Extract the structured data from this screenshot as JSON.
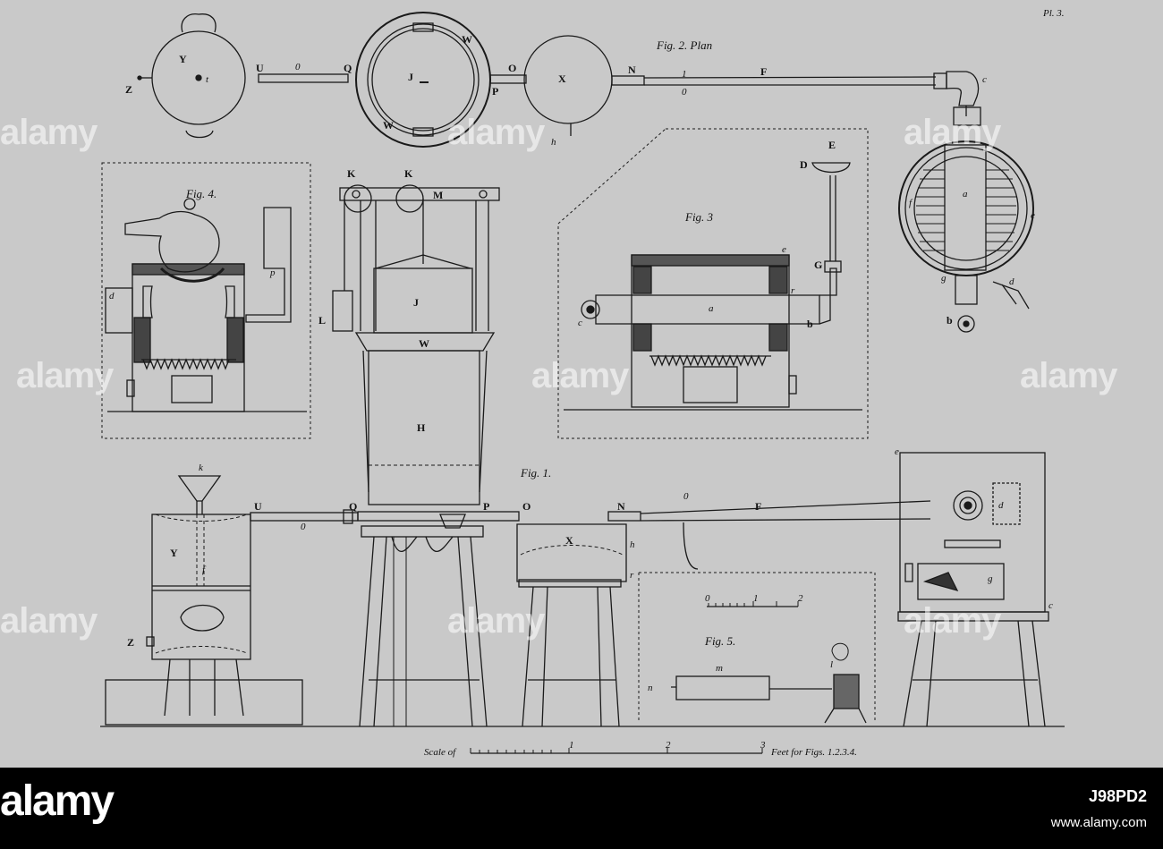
{
  "plate": {
    "number": "Pl. 3.",
    "figure_titles": {
      "fig1": "Fig. 1.",
      "fig2": "Fig. 2. Plan",
      "fig3": "Fig. 3",
      "fig4": "Fig. 4.",
      "fig5": "Fig. 5."
    },
    "scale_bar": {
      "prefix": "Scale of",
      "ticks": [
        "1",
        "2",
        "3"
      ],
      "suffix": "Feet for Figs. 1.2.3.4."
    },
    "fig5_scale_ticks": [
      "0",
      "1",
      "2"
    ],
    "labels": {
      "Y_plan": "Y",
      "Z_plan": "Z",
      "t_plan": "t",
      "U_plan": "U",
      "o_plan1": "0",
      "Q_plan": "Q",
      "J_plan": "J",
      "W_plan1": "W",
      "W_plan2": "W",
      "O_plan": "O",
      "P_plan": "P",
      "X_plan": "X",
      "h_plan": "h",
      "N_plan": "N",
      "one_plan": "1",
      "o_plan2": "0",
      "F_plan": "F",
      "c_plan": "c",
      "a_f2": "a",
      "f_f2": "f",
      "e_f2": "e",
      "g_f2": "g",
      "b_f2": "b",
      "d_f2": "d",
      "K1": "K",
      "K2": "K",
      "M": "M",
      "L": "L",
      "J": "J",
      "W": "W",
      "H": "H",
      "D3": "D",
      "E3": "E",
      "G3": "G",
      "c3": "c",
      "a3": "a",
      "b3": "b",
      "e3": "e",
      "r3": "r",
      "d4": "d",
      "p4": "p",
      "k1": "k",
      "Y1": "Y",
      "f1": "f",
      "Z1": "Z",
      "U1": "U",
      "o1a": "0",
      "Q1": "Q",
      "P1": "P",
      "O1": "O",
      "X1": "X",
      "h1": "h",
      "r1": "r",
      "N1": "N",
      "o1b": "0",
      "F1": "F",
      "e1": "e",
      "d1": "d",
      "g1": "g",
      "c1": "c",
      "m5": "m",
      "n5": "n",
      "l5": "l"
    }
  },
  "watermark": {
    "text": "alamy"
  },
  "footer": {
    "logo": "alamy",
    "image_id": "J98PD2",
    "url": "www.alamy.com"
  },
  "colors": {
    "paper": "#c9c9c9",
    "ink": "#1a1a1a",
    "footer_bg": "#000000",
    "footer_text": "#ffffff"
  }
}
